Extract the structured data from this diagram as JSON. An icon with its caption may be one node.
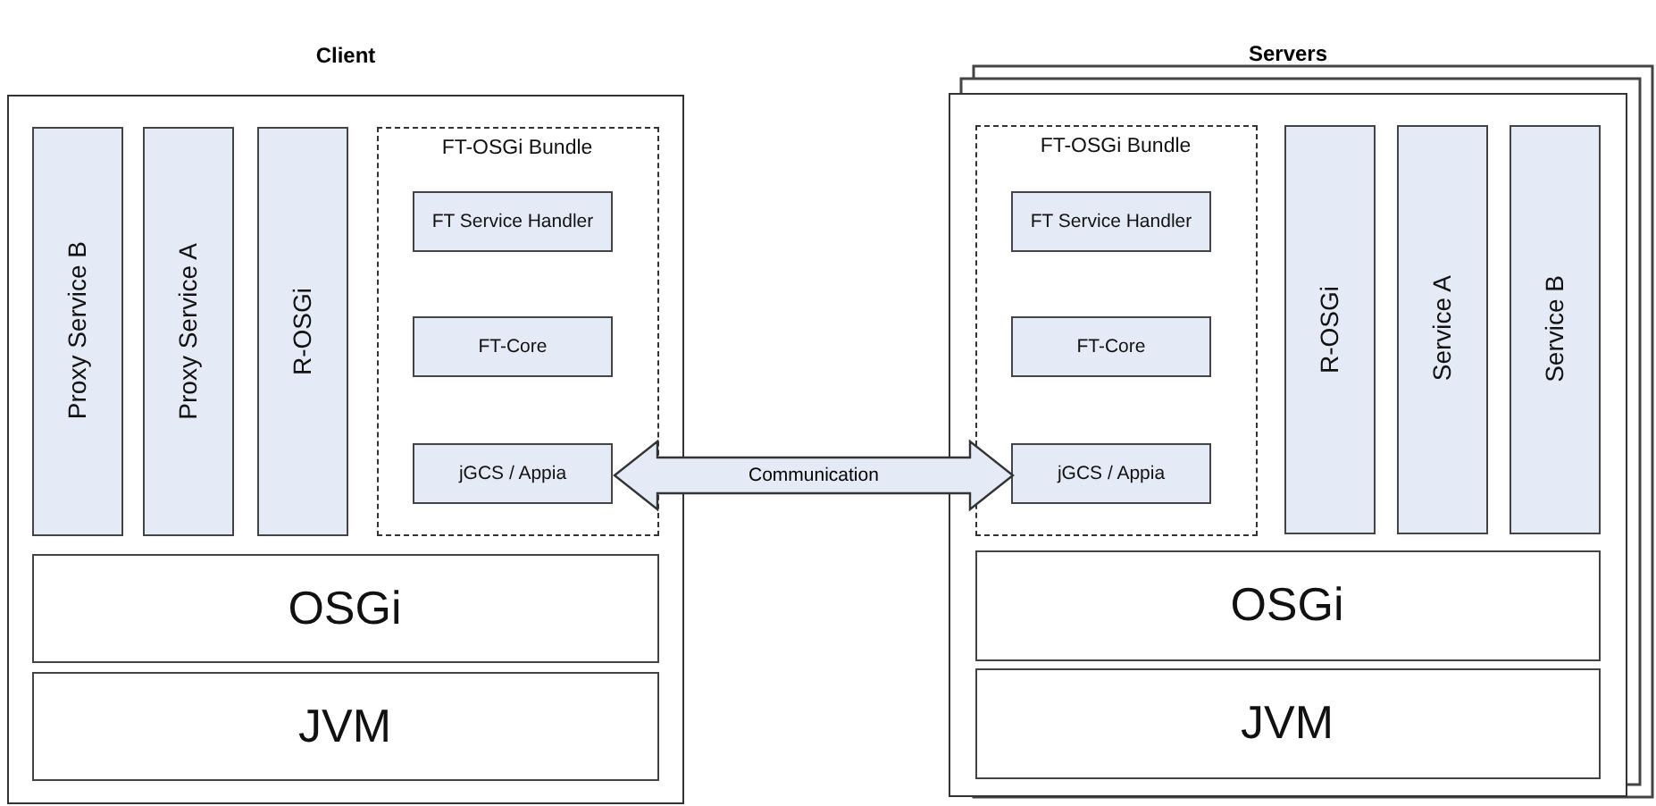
{
  "diagram": {
    "nodes": [
      {
        "text": [
          "Client"
        ]
      },
      {
        "text": [
          "Proxy Service B"
        ],
        "in": 0
      },
      {
        "text": [
          "Proxy Service A"
        ],
        "in": 0
      },
      {
        "text": [
          "R-OSGi"
        ],
        "in": 0
      },
      {
        "text": [
          "FT-OSGi Bundle"
        ],
        "in": 0
      },
      {
        "text": [
          "FT Service Handler"
        ],
        "in": 4
      },
      {
        "text": [
          "FT-Core"
        ],
        "in": 4
      },
      {
        "text": [
          "jGCS / Appia"
        ],
        "in": 4
      },
      {
        "text": [
          "OSGi"
        ],
        "in": 0
      },
      {
        "text": [
          "JVM"
        ],
        "in": 0
      },
      {
        "text": [
          "Servers"
        ]
      },
      {
        "text": [
          "FT-OSGi Bundle"
        ],
        "in": 10
      },
      {
        "text": [
          "FT Service Handler"
        ],
        "in": 11
      },
      {
        "text": [
          "FT-Core"
        ],
        "in": 11
      },
      {
        "text": [
          "jGCS / Appia"
        ],
        "in": 11
      },
      {
        "text": [
          "R-OSGi"
        ],
        "in": 10
      },
      {
        "text": [
          "Service A"
        ],
        "in": 10
      },
      {
        "text": [
          "Service B"
        ],
        "in": 10
      },
      {
        "text": [
          "OSGi"
        ],
        "in": 10
      },
      {
        "text": [
          "JVM"
        ],
        "in": 10
      }
    ],
    "edges": [
      {
        "from": 7,
        "to": 14,
        "arrow": "both",
        "label": "Communication",
        "style": "thick"
      }
    ]
  }
}
